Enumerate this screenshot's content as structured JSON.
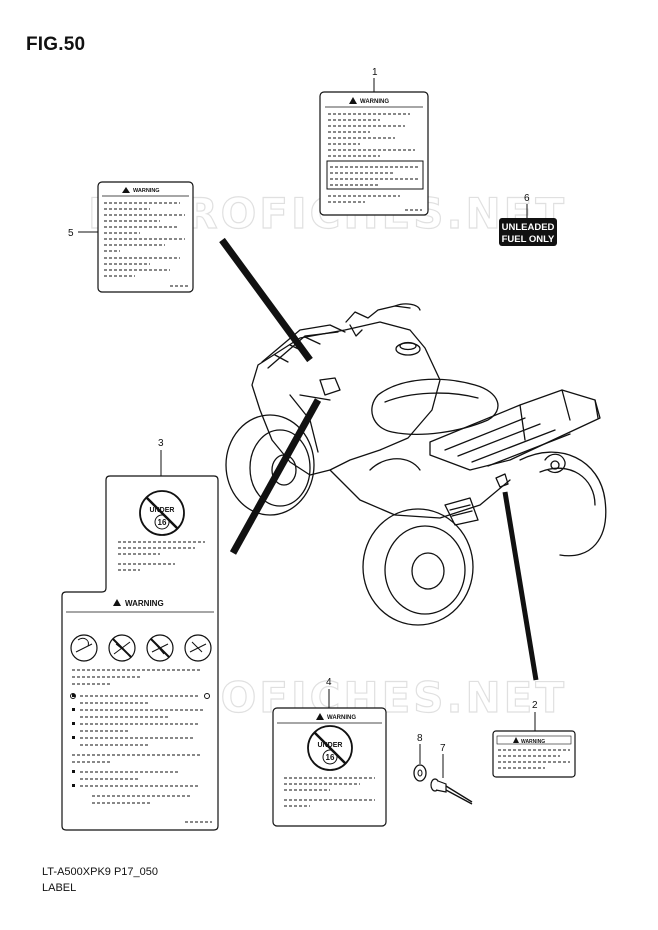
{
  "figure": {
    "title": "FIG.50",
    "code": "LT-A500XPK9 P17_050",
    "section": "LABEL"
  },
  "watermark": "MICROFICHES.NET",
  "callouts": [
    "1",
    "2",
    "3",
    "4",
    "5",
    "6",
    "7",
    "8"
  ],
  "labels": {
    "warning_text": "WARNING",
    "warning_text_small": "WARNING",
    "fuel_line1": "UNLEADED",
    "fuel_line2": "FUEL ONLY",
    "under_text": "UNDER",
    "age_text": "16"
  }
}
